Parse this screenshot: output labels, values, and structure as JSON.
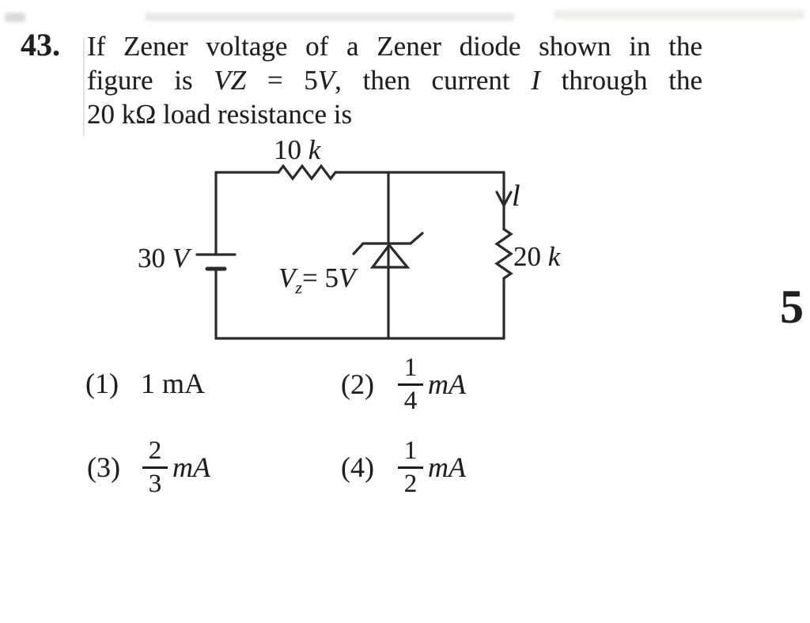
{
  "question": {
    "number": "43.",
    "line1": "If Zener voltage of a Zener diode shown in the",
    "line2": {
      "a": "figure is ",
      "b": "VZ",
      "c": " = 5",
      "d": "V",
      "e": ", then current ",
      "f": "I",
      "g": " through the"
    },
    "line3": "20 kΩ load resistance is"
  },
  "circuit": {
    "top_resistor_value": "10 ",
    "top_resistor_unit": "k",
    "battery_value": "30 ",
    "battery_unit": "V",
    "zener": {
      "var": "V",
      "sub": "z",
      "eq": "= 5",
      "unit": "V"
    },
    "current_label": "l",
    "load_value": "20 ",
    "load_unit": "k"
  },
  "options": [
    {
      "label": "(1)",
      "value": "1 mA"
    },
    {
      "label": "(2)",
      "num": "1",
      "den": "4",
      "unit": "mA"
    },
    {
      "label": "(3)",
      "num": "2",
      "den": "3",
      "unit": "mA"
    },
    {
      "label": "(4)",
      "num": "1",
      "den": "2",
      "unit": "mA"
    }
  ],
  "margin": {
    "page_number_fragment": "5"
  },
  "colors": {
    "ink": "#1f1f1f",
    "background": "#ffffff"
  }
}
